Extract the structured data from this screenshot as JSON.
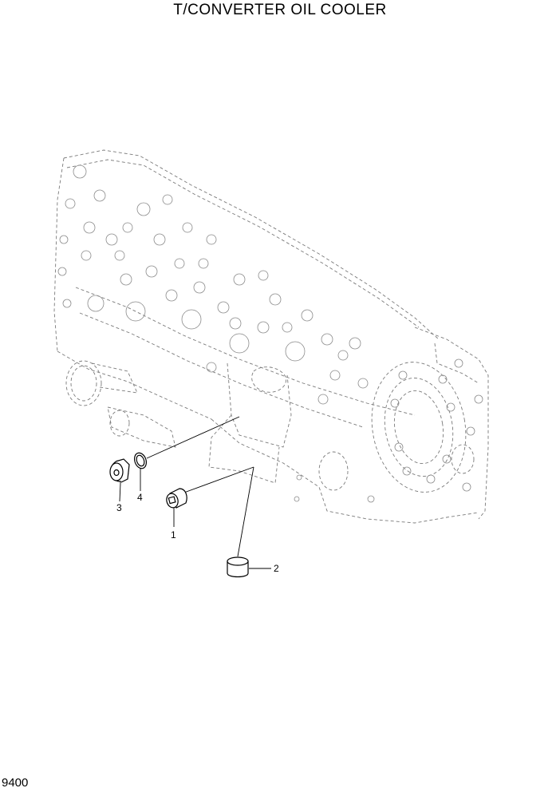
{
  "title": "T/CONVERTER OIL COOLER",
  "page_number": "9400",
  "callouts": [
    {
      "id": "1",
      "label": "1"
    },
    {
      "id": "2",
      "label": "2"
    },
    {
      "id": "3",
      "label": "3"
    },
    {
      "id": "4",
      "label": "4"
    }
  ]
}
